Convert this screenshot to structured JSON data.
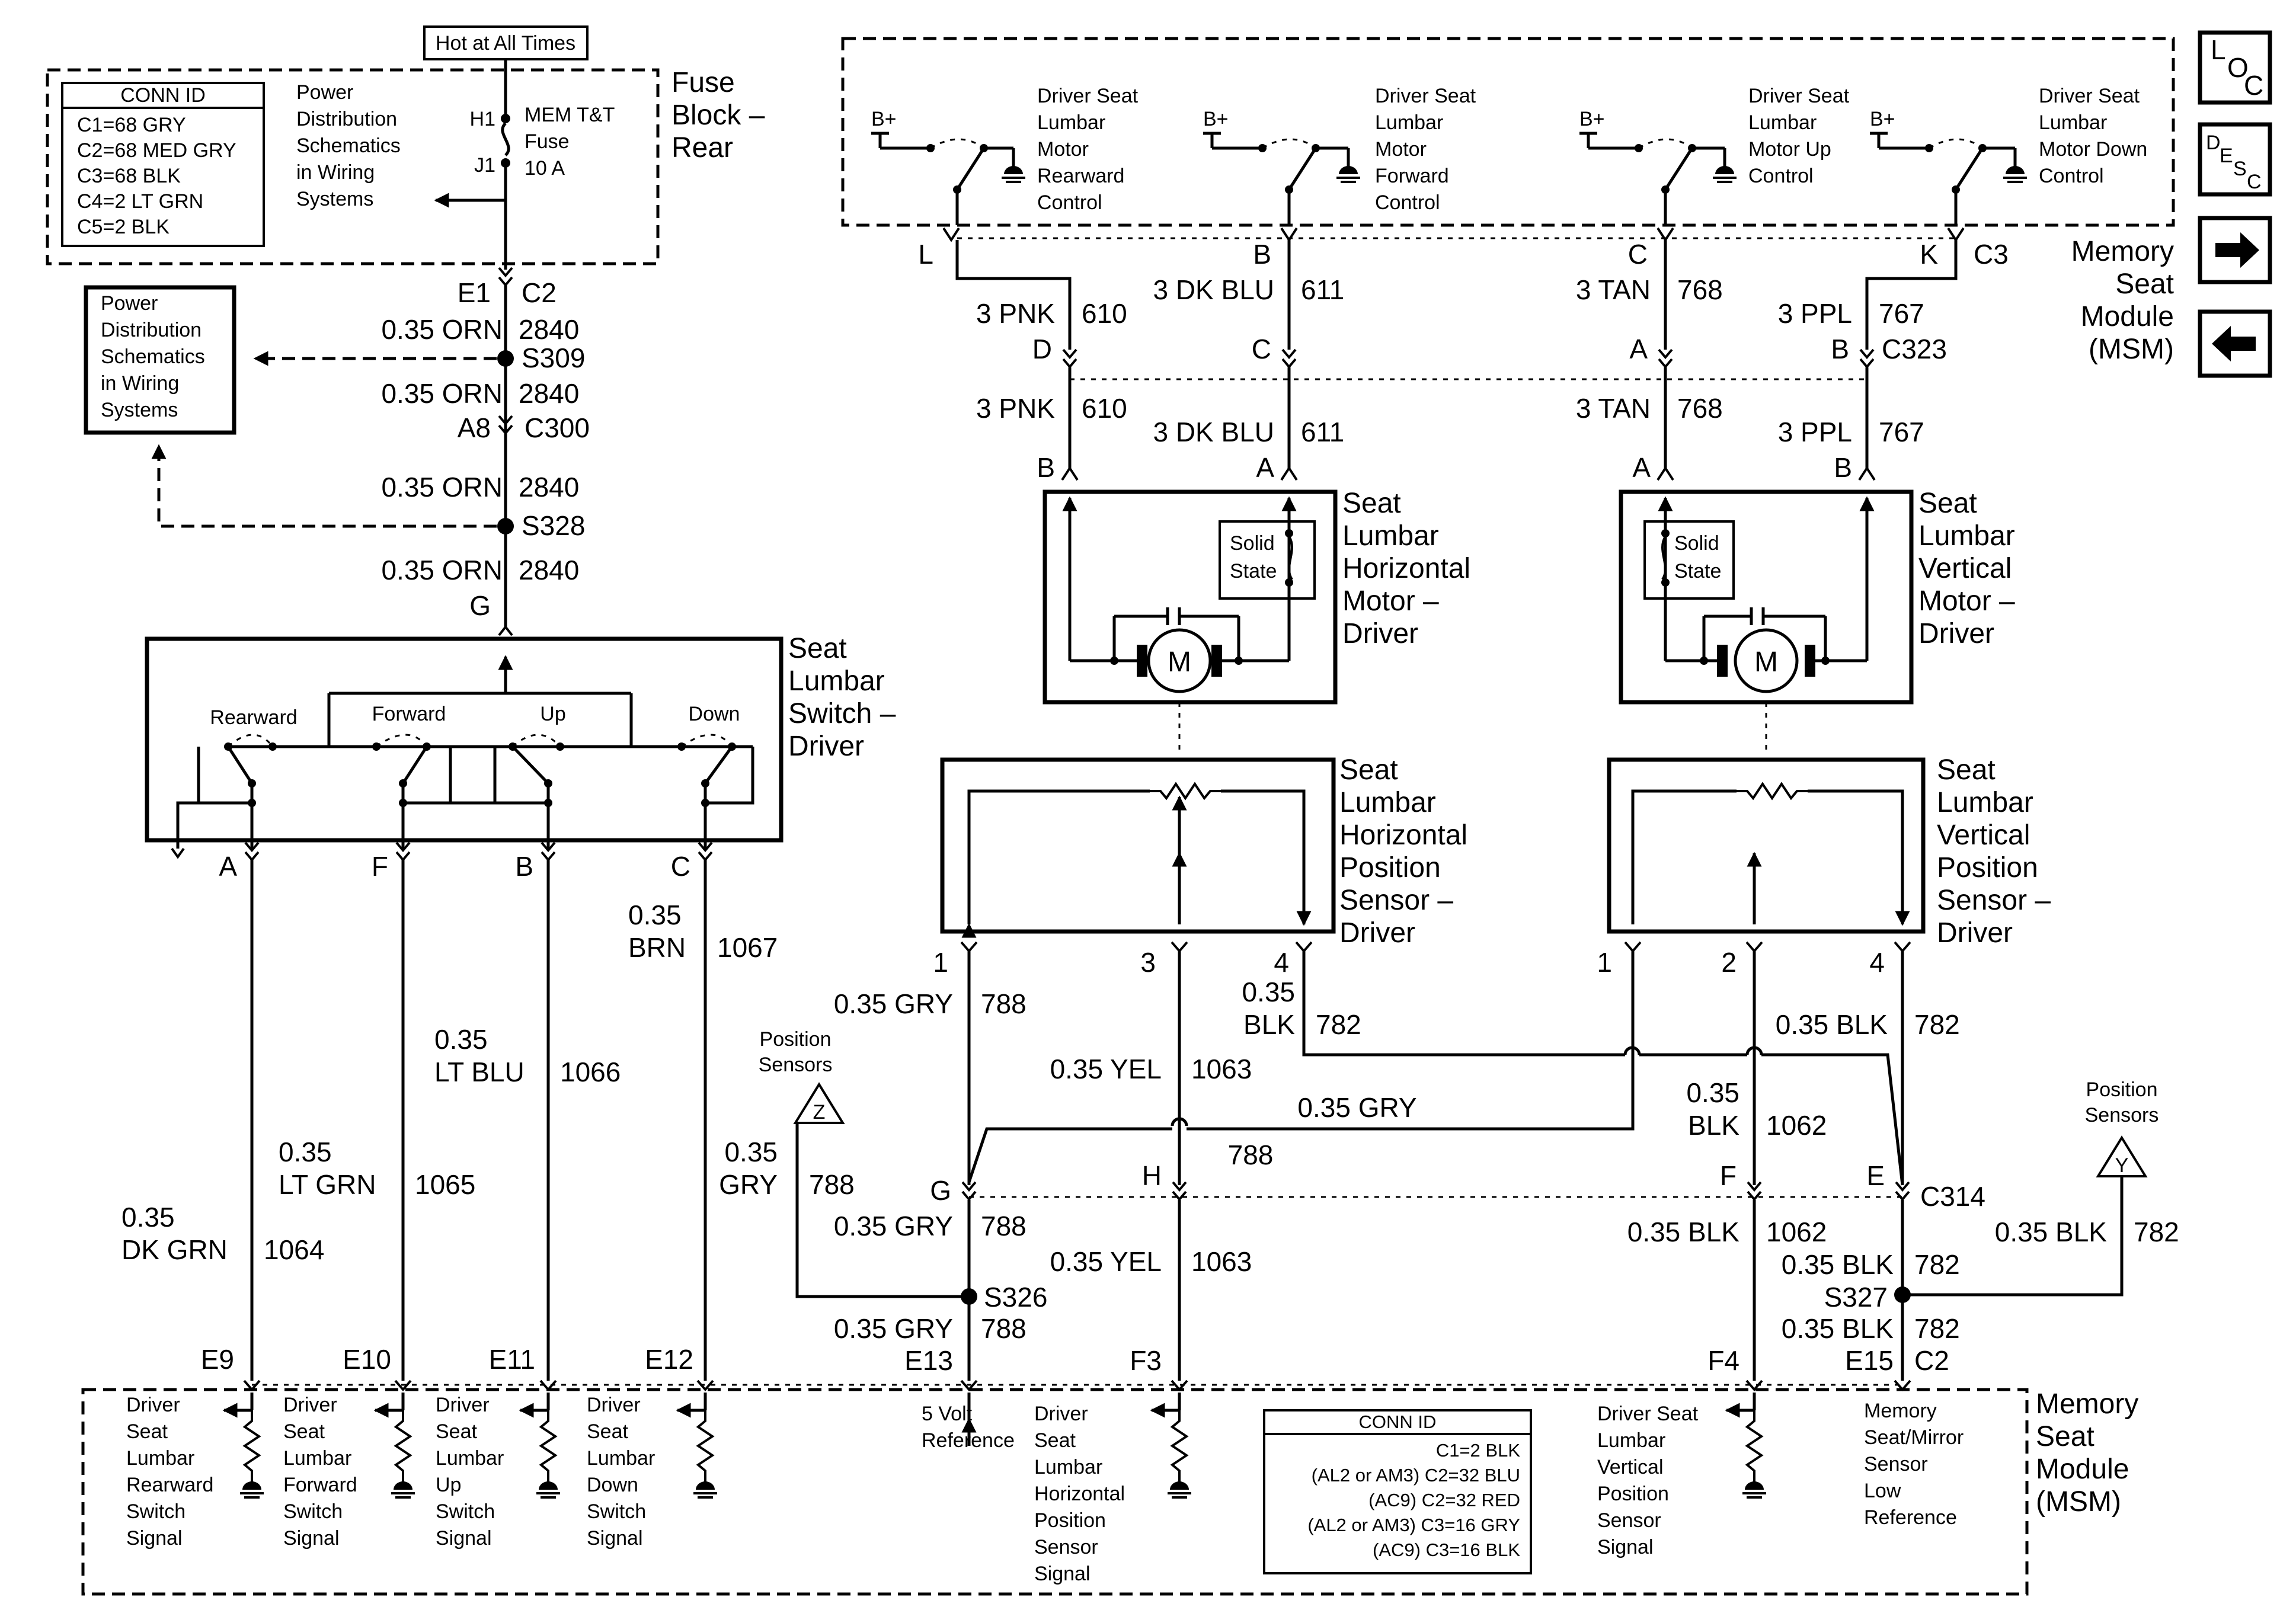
{
  "top": {
    "hot_label": "Hot at All Times",
    "conn_title": "CONN ID",
    "conn_lines": [
      "C1=68 GRY",
      "C2=68 MED GRY",
      "C3=68 BLK",
      "C4=2 LT GRN",
      "C5=2 BLK"
    ],
    "pds_text": [
      "Power",
      "Distribution",
      "Schematics",
      "in Wiring",
      "Systems"
    ],
    "h1": "H1",
    "j1": "J1",
    "fuse_text": [
      "MEM T&T",
      "Fuse",
      "10 A"
    ],
    "fuse_block": [
      "Fuse",
      "Block –",
      "Rear"
    ]
  },
  "left_pds_box": [
    "Power",
    "Distribution",
    "Schematics",
    "in Wiring",
    "Systems"
  ],
  "power_feed": {
    "e1": "E1",
    "c2": "C2",
    "w1_color": "0.35 ORN",
    "w1_num": "2840",
    "s309": "S309",
    "w2_color": "0.35 ORN",
    "w2_num": "2840",
    "a8": "A8",
    "c300": "C300",
    "w3_color": "0.35 ORN",
    "w3_num": "2840",
    "s328": "S328",
    "w4_color": "0.35 ORN",
    "w4_num": "2840",
    "g": "G"
  },
  "lumbar_switch": {
    "title": [
      "Seat",
      "Lumbar",
      "Switch –",
      "Driver"
    ],
    "labels": [
      "Rearward",
      "Forward",
      "Up",
      "Down"
    ],
    "pins": [
      "A",
      "F",
      "B",
      "C"
    ]
  },
  "switch_wires": [
    {
      "color": [
        "0.35",
        "DK GRN"
      ],
      "num": "1064",
      "pin": "E9"
    },
    {
      "color": [
        "0.35",
        "LT GRN"
      ],
      "num": "1065",
      "pin": "E10"
    },
    {
      "color": [
        "0.35",
        "LT BLU"
      ],
      "num": "1066",
      "pin": "E11"
    },
    {
      "color": [
        "0.35",
        "BRN"
      ],
      "num": "1067",
      "pin": "E12"
    }
  ],
  "msm_controls": [
    {
      "text": [
        "Driver Seat",
        "Lumbar",
        "Motor",
        "Rearward",
        "Control"
      ],
      "pin": "L"
    },
    {
      "text": [
        "Driver Seat",
        "Lumbar",
        "Motor",
        "Forward",
        "Control"
      ],
      "pin": "B"
    },
    {
      "text": [
        "Driver Seat",
        "Lumbar",
        "Motor Up",
        "Control"
      ],
      "pin": "C"
    },
    {
      "text": [
        "Driver Seat",
        "Lumbar",
        "Motor Down",
        "Control"
      ],
      "pin": "K"
    }
  ],
  "bplus": "B+",
  "msm_top_conn": "C3",
  "msm_title_top": [
    "Memory",
    "Seat",
    "Module",
    "(MSM)"
  ],
  "side_icons": {
    "loc": [
      "L",
      "O",
      "C"
    ],
    "desc": [
      "D",
      "E",
      "S",
      "C"
    ]
  },
  "motor_wires": [
    {
      "upper_color": "3 PNK",
      "num": "610",
      "c323_pin": "D",
      "lower_color": "3 PNK",
      "motor_pin": "B"
    },
    {
      "upper_color": "3 DK BLU",
      "num": "611",
      "c323_pin": "C",
      "lower_color": "3 DK BLU",
      "motor_pin": "A"
    },
    {
      "upper_color": "3 TAN",
      "num": "768",
      "c323_pin": "A",
      "lower_color": "3 TAN",
      "motor_pin": "A"
    },
    {
      "upper_color": "3 PPL",
      "num": "767",
      "c323_pin": "B",
      "lower_color": "3 PPL",
      "motor_pin": "B"
    }
  ],
  "c323": "C323",
  "motors": {
    "horizontal": [
      "Seat",
      "Lumbar",
      "Horizontal",
      "Motor –",
      "Driver"
    ],
    "vertical": [
      "Seat",
      "Lumbar",
      "Vertical",
      "Motor –",
      "Driver"
    ],
    "solid_state": [
      "Solid",
      "State"
    ],
    "m": "M"
  },
  "sensors": {
    "horizontal": [
      "Seat",
      "Lumbar",
      "Horizontal",
      "Position",
      "Sensor –",
      "Driver"
    ],
    "vertical": [
      "Seat",
      "Lumbar",
      "Vertical",
      "Position",
      "Sensor –",
      "Driver"
    ],
    "h_pins": [
      "1",
      "3",
      "4"
    ],
    "v_pins": [
      "1",
      "2",
      "4"
    ]
  },
  "sensor_wires": {
    "gry788": {
      "color": "0.35 GRY",
      "num": "788"
    },
    "yel1063": {
      "color": "0.35 YEL",
      "num": "1063"
    },
    "blk782_h": {
      "color": [
        "0.35",
        "BLK"
      ],
      "num": "782"
    },
    "blk782_v": {
      "color": "0.35 BLK",
      "num": "782"
    },
    "gry788_cross": {
      "color": "0.35 GRY",
      "num": "788"
    },
    "blk1062": {
      "color": [
        "0.35",
        "BLK"
      ],
      "num": "1062"
    },
    "pos_z": {
      "text": [
        "Position",
        "Sensors"
      ],
      "letter": "Z",
      "color": [
        "0.35",
        "GRY"
      ],
      "num": "788"
    },
    "pos_y": {
      "text": [
        "Position",
        "Sensors"
      ],
      "letter": "Y",
      "color": "0.35 BLK",
      "num": "782"
    },
    "c314": "C314",
    "c314_pins": [
      "G",
      "H",
      "F",
      "E"
    ],
    "below_gry": {
      "color": "0.35 GRY",
      "num": "788"
    },
    "below_yel": {
      "color": "0.35 YEL",
      "num": "1063"
    },
    "below_blk1062": {
      "color": "0.35 BLK",
      "num": "1062"
    },
    "below_blk782": {
      "color": "0.35 BLK",
      "num": "782"
    },
    "s326": "S326",
    "s327": "S327",
    "final_gry": {
      "color": "0.35 GRY",
      "num": "788",
      "pin": "E13"
    },
    "final_f3": "F3",
    "final_f4": "F4",
    "final_blk": {
      "color": "0.35 BLK",
      "num": "782",
      "pin": "E15",
      "conn": "C2"
    }
  },
  "msm_bottom": {
    "switch_signals": [
      [
        "Driver",
        "Seat",
        "Lumbar",
        "Rearward",
        "Switch",
        "Signal"
      ],
      [
        "Driver",
        "Seat",
        "Lumbar",
        "Forward",
        "Switch",
        "Signal"
      ],
      [
        "Driver",
        "Seat",
        "Lumbar",
        "Up",
        "Switch",
        "Signal"
      ],
      [
        "Driver",
        "Seat",
        "Lumbar",
        "Down",
        "Switch",
        "Signal"
      ]
    ],
    "five_volt": [
      "5 Volt",
      "Reference"
    ],
    "horiz_signal": [
      "Driver",
      "Seat",
      "Lumbar",
      "Horizontal",
      "Position",
      "Sensor",
      "Signal"
    ],
    "vert_signal": [
      "Driver Seat",
      "Lumbar",
      "Vertical",
      "Position",
      "Sensor",
      "Signal"
    ],
    "low_ref": [
      "Memory",
      "Seat/Mirror",
      "Sensor",
      "Low",
      "Reference"
    ],
    "conn_title": "CONN ID",
    "conn_lines": [
      "C1=2 BLK",
      "(AL2 or AM3) C2=32 BLU",
      "(AC9) C2=32 RED",
      "(AL2 or AM3) C3=16 GRY",
      "(AC9) C3=16 BLK"
    ],
    "title": [
      "Memory",
      "Seat",
      "Module",
      "(MSM)"
    ]
  }
}
